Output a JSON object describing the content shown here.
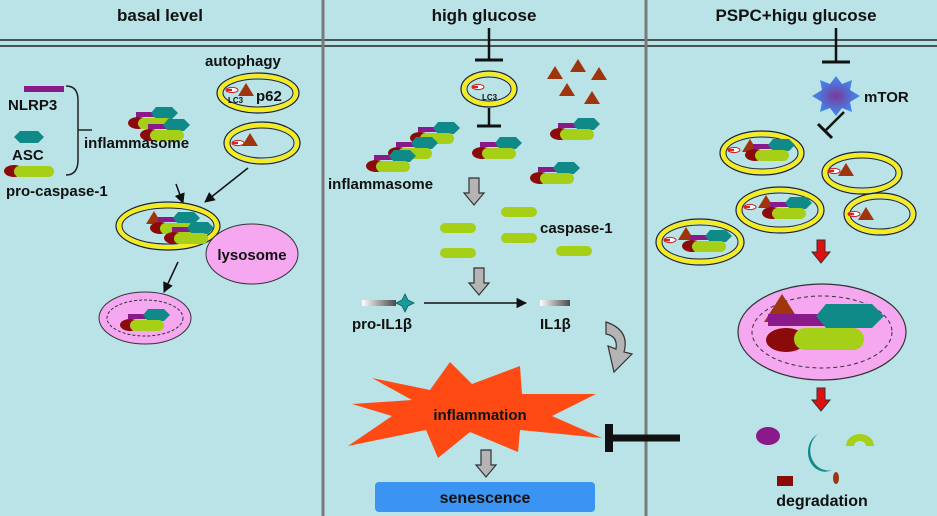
{
  "panels": [
    {
      "title": "basal level"
    },
    {
      "title": "high glucose"
    },
    {
      "title": "PSPC+higu glucose"
    }
  ],
  "labels": {
    "nlrp3": "NLRP3",
    "asc": "ASC",
    "pro_caspase": "pro-caspase-1",
    "inflammasome": "inflammasome",
    "autophagy": "autophagy",
    "lc3": "LC3",
    "p62": "p62",
    "lysosome": "lysosome",
    "caspase1": "caspase-1",
    "pro_il1b": "pro-IL1β",
    "il1b": "IL1β",
    "inflammation": "inflammation",
    "senescence": "senescence",
    "mtor": "mTOR",
    "degradation": "degradation"
  },
  "colors": {
    "background": "#b9e3e6",
    "purple": "#8a1a8a",
    "teal": "#0f8a88",
    "dark_red": "#8b0a0a",
    "lime": "#a6cf17",
    "brown_triangle": "#a0340c",
    "yellow_ring": "#f5ec1e",
    "lysosome_pink": "#f5a7f0",
    "inflammation_orange": "#ff4a14",
    "senescence_blue": "#3b93f2",
    "red_arrow": "#e01010"
  }
}
